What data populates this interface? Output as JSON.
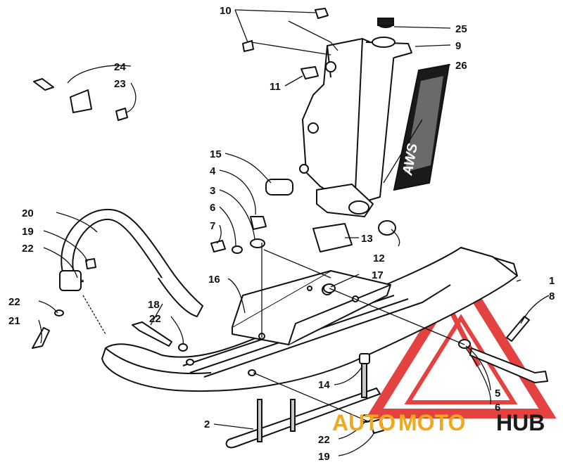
{
  "diagram": {
    "callouts": {
      "c1": "1",
      "c2": "2",
      "c3": "3",
      "c4": "4",
      "c5": "5",
      "c6a": "6",
      "c6b": "6",
      "c7": "7",
      "c8": "8",
      "c9": "9",
      "c10": "10",
      "c11": "11",
      "c12": "12",
      "c13": "13",
      "c14": "14",
      "c15": "15",
      "c16": "16",
      "c17": "17",
      "c18": "18",
      "c19a": "19",
      "c19b": "19",
      "c20": "20",
      "c21": "21",
      "c22a": "22",
      "c22b": "22",
      "c22c": "22",
      "c22d": "22",
      "c23": "23",
      "c24": "24",
      "c25": "25",
      "c26": "26"
    },
    "decal_text": "AWS"
  },
  "watermark": {
    "part1": "AUTO",
    "part2": "MOTO",
    "part3": "HUB",
    "color_orange": "#f0a81c",
    "color_red": "#e02020",
    "color_dark": "#1a1a1a"
  }
}
